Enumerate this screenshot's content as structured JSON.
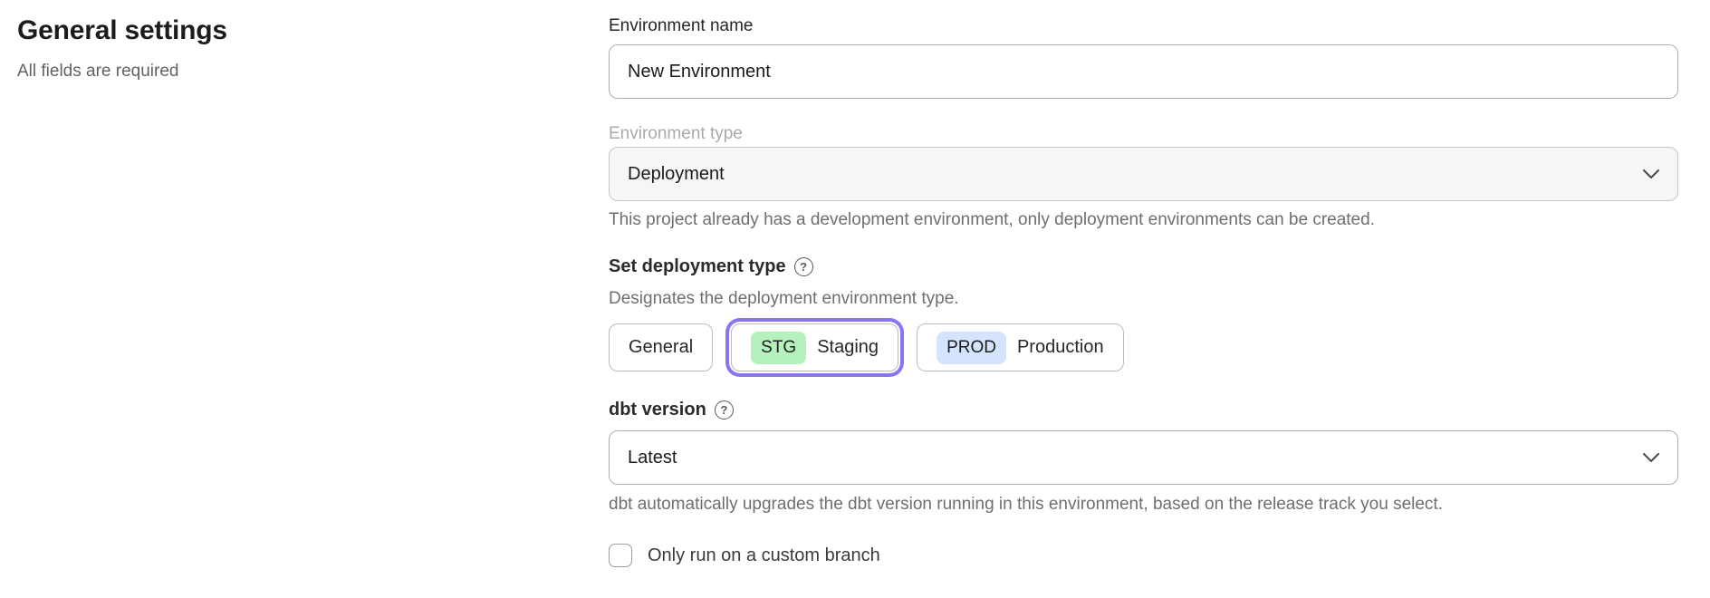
{
  "page": {
    "title": "General settings",
    "subtitle": "All fields are required"
  },
  "form": {
    "environment_name": {
      "label": "Environment name",
      "value": "New Environment"
    },
    "environment_type": {
      "label": "Environment type",
      "value": "Deployment",
      "disabled": true,
      "helper": "This project already has a development environment, only deployment environments can be created."
    },
    "deployment_type": {
      "label": "Set deployment type",
      "help_icon": "question-mark",
      "description": "Designates the deployment environment type.",
      "options": [
        {
          "label": "General",
          "badge": "",
          "selected": false
        },
        {
          "label": "Staging",
          "badge": "STG",
          "badge_color": "#b4f1bd",
          "selected": true
        },
        {
          "label": "Production",
          "badge": "PROD",
          "badge_color": "#d3e4fc",
          "selected": false
        }
      ]
    },
    "dbt_version": {
      "label": "dbt version",
      "help_icon": "question-mark",
      "value": "Latest",
      "helper": "dbt automatically upgrades the dbt version running in this environment, based on the release track you select."
    },
    "custom_branch": {
      "label": "Only run on a custom branch",
      "checked": false
    }
  },
  "icons": {
    "help_glyph": "?"
  },
  "colors": {
    "accent_selected_ring": "#8b74f0",
    "staging_badge": "#b4f1bd",
    "production_badge": "#d3e4fc",
    "disabled_field_bg": "#f6f6f7"
  }
}
